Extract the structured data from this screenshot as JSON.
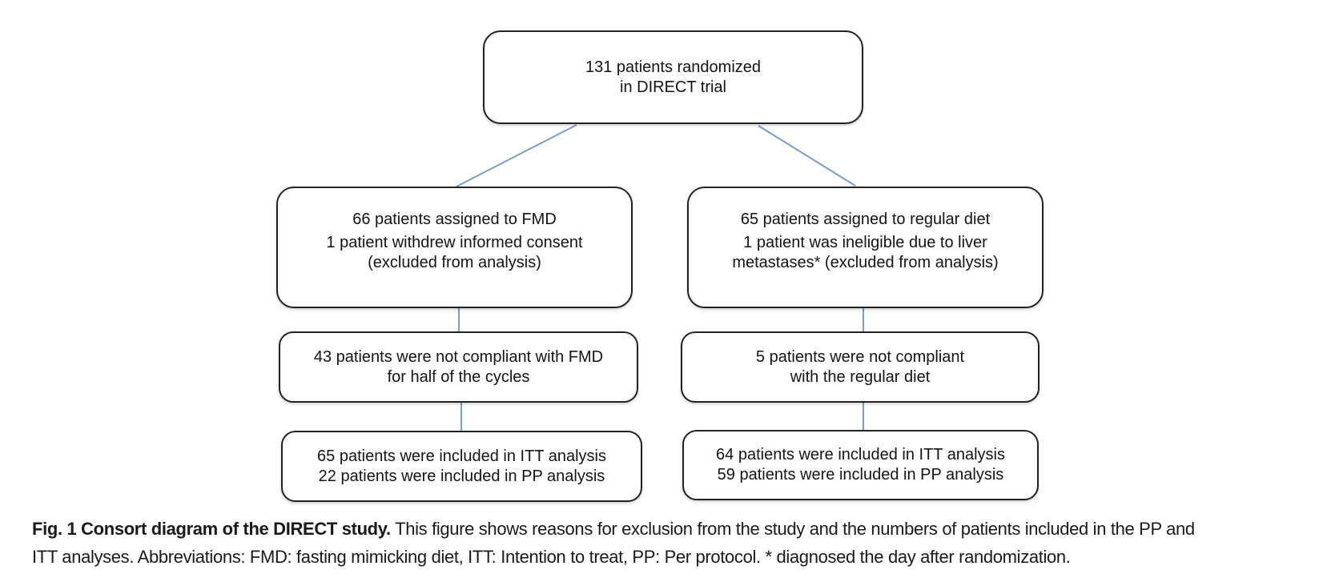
{
  "colors": {
    "connector_blue": "#7a9ecb",
    "box_border": "#222222",
    "text": "#141414"
  },
  "diagram": {
    "randomized": {
      "lines": [
        "131 patients randomized",
        "in DIRECT trial"
      ]
    },
    "fmd_assigned": {
      "assigned": "66 patients assigned to FMD",
      "exclusion": [
        "1 patient withdrew informed consent",
        "(excluded from analysis)"
      ]
    },
    "regular_assigned": {
      "assigned": "65 patients assigned to regular diet",
      "exclusion": [
        "1 patient was ineligible due to liver",
        "metastases* (excluded from analysis)"
      ]
    },
    "fmd_noncompliant": {
      "lines": [
        "43 patients were not compliant with FMD",
        "for half of the cycles"
      ]
    },
    "regular_noncompliant": {
      "lines": [
        "5 patients were not compliant",
        "with the regular diet"
      ]
    },
    "fmd_analysis": {
      "lines": [
        "65 patients were included in ITT analysis",
        "22 patients were included in PP analysis"
      ]
    },
    "regular_analysis": {
      "lines": [
        "64 patients were included in ITT analysis",
        "59 patients were included in PP analysis"
      ]
    }
  },
  "caption": {
    "title_bold": "Fig. 1 Consort diagram of the DIRECT study.",
    "line1_rest": " This figure shows reasons for exclusion from the study and the numbers of patients included in the PP and",
    "line2": "ITT analyses. Abbreviations: FMD: fasting mimicking diet, ITT: Intention to treat, PP: Per protocol. * diagnosed the day after randomization."
  }
}
